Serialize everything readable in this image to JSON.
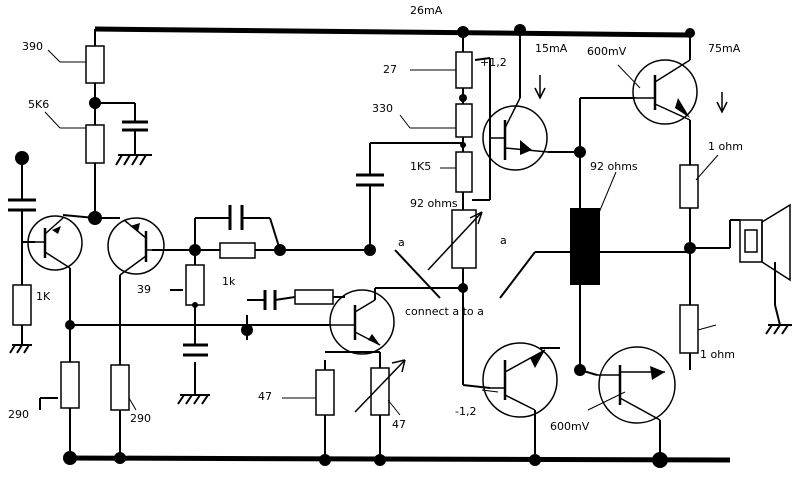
{
  "labels": {
    "current_top": "26mA",
    "r390": "390",
    "r5k6": "5K6",
    "r27": "27",
    "plus_1_2": "+1,2",
    "current_15ma": "15mA",
    "v600_top": "600mV",
    "current_75ma": "75mA",
    "r330": "330",
    "r1k5": "1K5",
    "r_1ohm_top": "1 ohm",
    "r92_pot": "92 ohms",
    "r92_coil": "92 ohms",
    "node_a_left": "a",
    "node_a_right": "a",
    "r1k_series": "1k",
    "r1k_left": "1K",
    "r39": "39",
    "connect_note": "connect a to a",
    "r_1ohm_bottom": "1 ohm",
    "r47_left": "47",
    "r47_right": "47",
    "minus_1_2": "-1,2",
    "v600_bottom": "600mV",
    "r290_left": "290",
    "r290_right": "290"
  }
}
